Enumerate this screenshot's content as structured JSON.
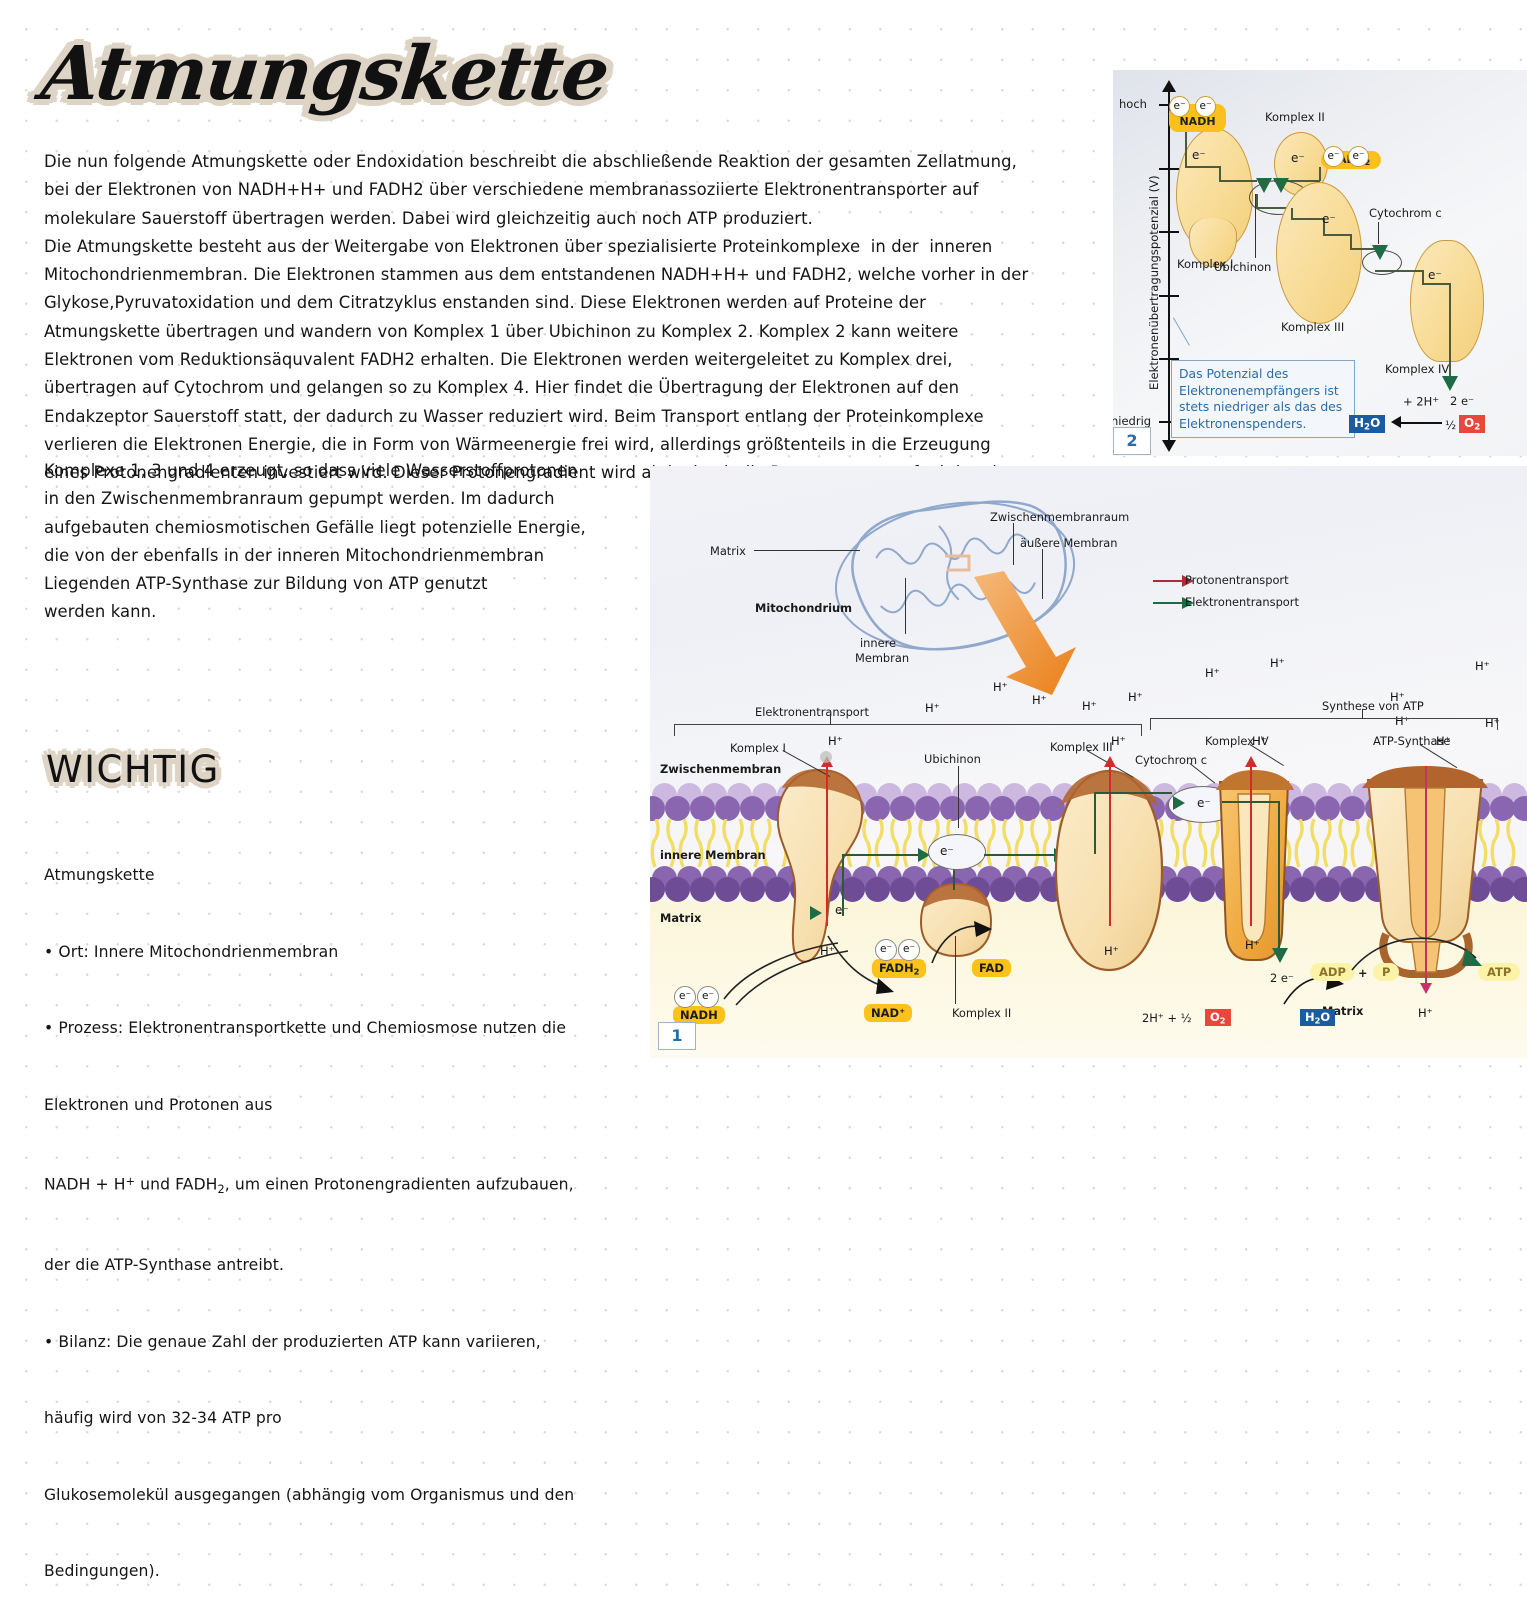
{
  "title": "Atmungskette",
  "paragraphs": {
    "p1": "Die nun folgende Atmungskette oder Endoxidation beschreibt die abschließende Reaktion der gesamten Zellatmung,\nbei der Elektronen von NADH+H+ und FADH2 über verschiedene membranassoziierte Elektronentransporter auf\nmolekulare Sauerstoff übertragen werden. Dabei wird gleichzeitig auch noch ATP produziert.\nDie Atmungskette besteht aus der Weitergabe von Elektronen über spezialisierte Proteinkomplexe  in der  inneren\nMitochondrienmembran. Die Elektronen stammen aus dem entstandenen NADH+H+ und FADH2, welche vorher in der\nGlykose,Pyruvatoxidation und dem Citratzyklus enstanden sind. Diese Elektronen werden auf Proteine der\nAtmungskette übertragen und wandern von Komplex 1 über Ubichinon zu Komplex 2. Komplex 2 kann weitere\nElektronen vom Reduktionsäquvalent FADH2 erhalten. Die Elektronen werden weitergeleitet zu Komplex drei,\nübertragen auf Cytochrom und gelangen so zu Komplex 4. Hier findet die Übertragung der Elektronen auf den\nEndakzeptor Sauerstoff statt, der dadurch zu Wasser reduziert wird. Beim Transport entlang der Proteinkomplexe\nverlieren die Elektronen Energie, die in Form von Wärmeenergie frei wird, allerdings größtenteils in die Erzeugung\neines Protonengradienten investiert wird. Dieser Protonengradient wird aktiv durch die Protonenpumpenfunktion der",
    "p2": "Komplexe 1, 3 und 4 erzeugt, so dass viele Wasserstoffprotonen\nin den Zwischenmembranraum gepumpt werden. Im dadurch\naufgebauten chemiosmotischen Gefälle liegt potenzielle Energie,\ndie von der ebenfalls in der inneren Mitochondrienmembran\nLiegenden ATP-Synthase zur Bildung von ATP genutzt\nwerden kann."
  },
  "wichtig": {
    "heading": "WICHTIG",
    "l1": "Atmungskette",
    "l2": "• Ort: Innere Mitochondrienmembran",
    "l3": "• Prozess: Elektronentransportkette und Chemiosmose nutzen die",
    "l4": "Elektronen und Protonen aus",
    "l5a": "NADH + H",
    "l5b": "+",
    "l5c": " und FADH",
    "l5d": "2",
    "l5e": ", um einen Protonengradienten aufzubauen,",
    "l6": "der die ATP-Synthase antreibt.",
    "l7": "• Bilanz: Die genaue Zahl der produzierten ATP kann variieren,",
    "l8": "häufig wird von 32-34 ATP pro",
    "l9": "Glukosemolekül ausgegangen (abhängig vom Organismus und den",
    "l10": "Bedingungen)."
  },
  "fig2": {
    "number": "2",
    "axis_title": "Elektronenübertragungspotenzial (V)",
    "axis_high": "hoch",
    "axis_low": "niedrig",
    "nadh": "NADH",
    "fadh2_a": "FADH",
    "fadh2_b": "2",
    "komplex1": "Komplex I",
    "komplex2": "Komplex II",
    "komplex3": "Komplex III",
    "komplex4": "Komplex IV",
    "ubichinon": "Ubichinon",
    "cytochrom_c": "Cytochrom c",
    "e_minus": "e⁻",
    "infobox": "Das Potenzial des\nElektronenempfängers ist\nstets niedriger als das des\nElektronenspenders.",
    "plus2h": "+ 2H",
    "plus2h_sup": "+",
    "two_e": "2 e⁻",
    "half": "½",
    "o2_a": "O",
    "o2_b": "2",
    "h2o_a": "H",
    "h2o_b": "2",
    "h2o_c": "O"
  },
  "fig1": {
    "number": "1",
    "mitochondrium": "Mitochondrium",
    "matrix_label": "Matrix",
    "inner_membrane_l1": "innere",
    "inner_membrane_l2": "Membran",
    "ims_label": "Zwischenmembranraum",
    "outer_membrane": "äußere Membran",
    "legend_proton": "Protonentransport",
    "legend_electron": "Elektronentransport",
    "bracket_left": "Elektronentransport",
    "bracket_right": "Synthese von ATP",
    "zwischenmembran": "Zwischenmembran",
    "innere_membran": "innere Membran",
    "matrix_left": "Matrix",
    "matrix_right": "Matrix",
    "komplex1": "Komplex I",
    "komplex2": "Komplex II",
    "komplex3": "Komplex III",
    "komplex4": "Komplex IV",
    "ubichinon": "Ubichinon",
    "cytochrom_c": "Cytochrom c",
    "atp_synthase": "ATP-Synthase",
    "hplus": "H⁺",
    "e_minus": "e⁻",
    "nadh": "NADH",
    "nad_plus": "NAD⁺",
    "fadh2_a": "FADH",
    "fadh2_b": "2",
    "fad": "FAD",
    "adp": "ADP",
    "plus": "+",
    "p": "P",
    "atp": "ATP",
    "two_e": "2 e⁻",
    "reaction_left": "2H⁺ + ½",
    "o2_a": "O",
    "o2_b": "2",
    "h2o_a": "H",
    "h2o_b": "2",
    "h2o_c": "O"
  },
  "colors": {
    "accent_tan": "#ddd4c6",
    "proton_red": "#d12b2b",
    "electron_green": "#1f6b45",
    "atp_pink": "#c9306b",
    "o2_red": "#e8483c",
    "h2o_blue": "#1b5ba0",
    "yellow_tag": "#fcc21c",
    "fignum_blue": "#2a6ca8"
  }
}
